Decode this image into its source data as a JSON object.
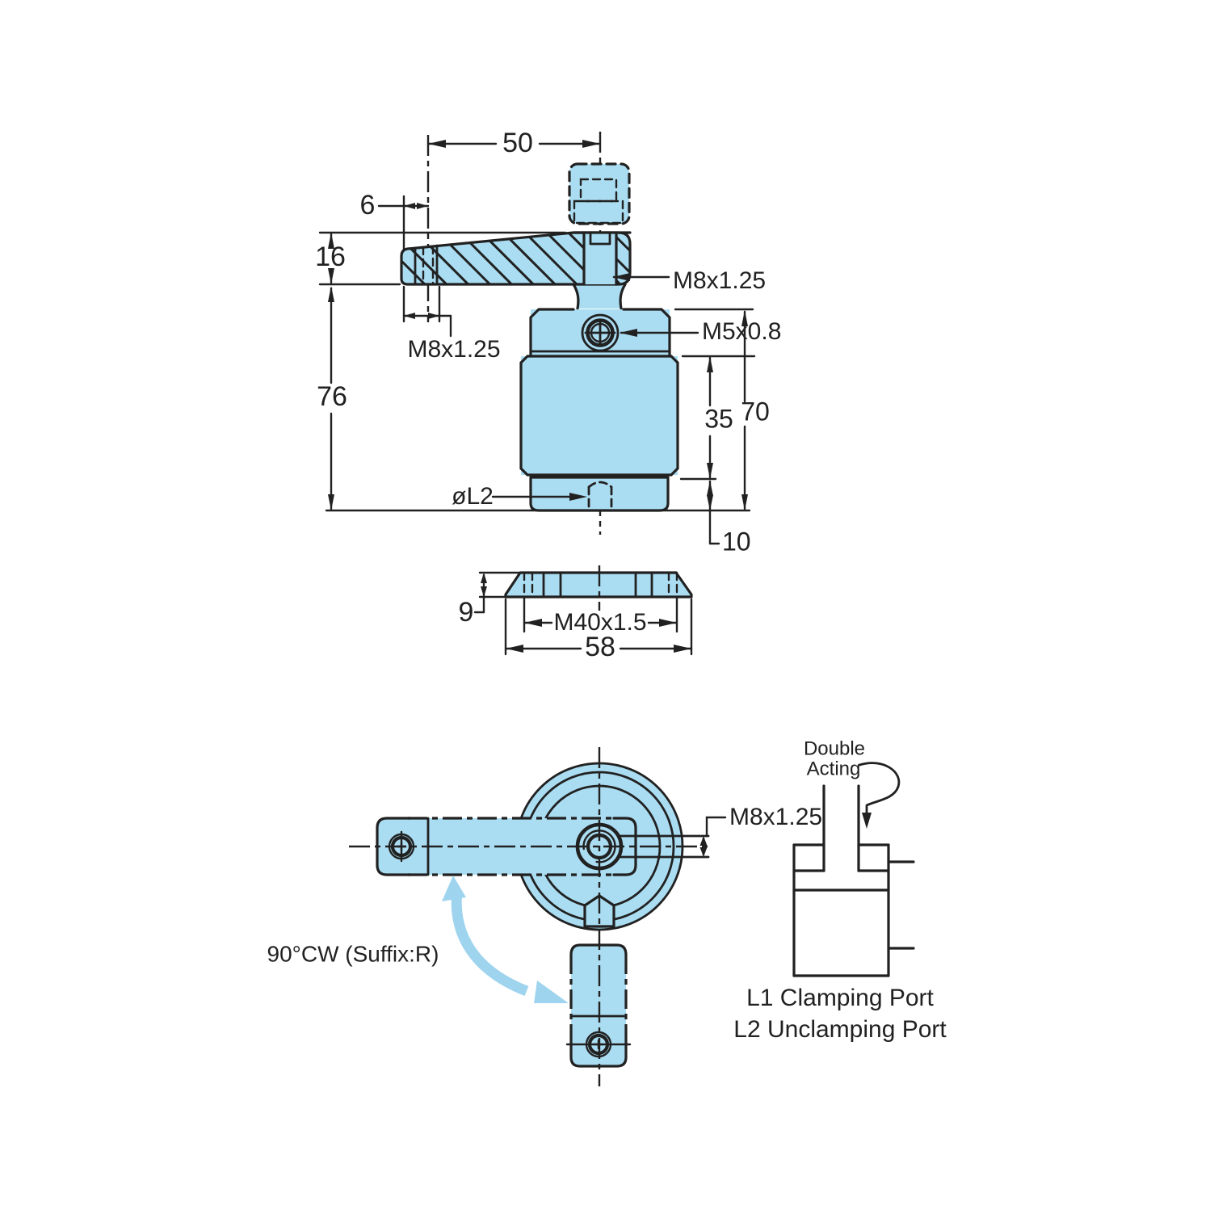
{
  "colors": {
    "part_fill": "#ABDDF2",
    "line": "#212121",
    "swing_arrow": "#9FD4EE",
    "background": "#FFFFFF"
  },
  "front_view": {
    "dim_arm_offset": "50",
    "dim_hole_edge": "6",
    "dim_arm_thickness": "16",
    "dim_total_height": "76",
    "arm_end_thread": "M8x1.25",
    "rod_thread": "M8x1.25",
    "head_port_thread": "M5x0.8",
    "dim_body_mid": "35",
    "dim_body_height": "70",
    "dim_body_bottom": "10",
    "unclamp_port_label": "øL2"
  },
  "nut_view": {
    "dim_thickness": "9",
    "thread": "M40x1.5",
    "dim_outer": "58"
  },
  "top_view": {
    "rod_thread": "M8x1.25",
    "rotation_note": "90°CW (Suffix:R)"
  },
  "schematic": {
    "actuation_line1": "Double",
    "actuation_line2": "Acting",
    "port_note_l1": "L1 Clamping Port",
    "port_note_l2": "L2 Unclamping Port"
  }
}
